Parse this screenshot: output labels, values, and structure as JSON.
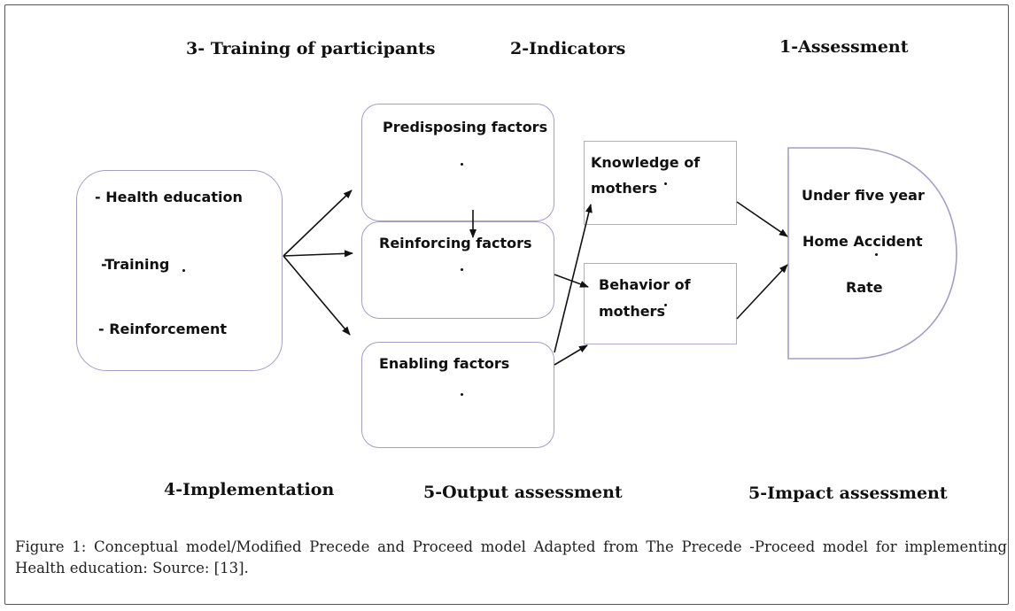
{
  "headings": {
    "training": "3- Training  of participants",
    "indicators": "2-Indicators",
    "assessment": "1-Assessment",
    "implementation": "4-Implementation",
    "output": "5-Output assessment",
    "impact": "5-Impact assessment"
  },
  "intervention": {
    "health_education": "- Health education",
    "training": "-Training",
    "reinforcement": "- Reinforcement"
  },
  "factors": {
    "predisposing": "Predisposing factors",
    "reinforcing": "Reinforcing factors",
    "enabling": "Enabling factors"
  },
  "outputs": {
    "knowledge_line1": "Knowledge of",
    "knowledge_line2": "mothers",
    "behavior_line1": "Behavior of",
    "behavior_line2": "mothers"
  },
  "impact": {
    "line1": "Under five year",
    "line2": "Home Accident",
    "line3": "Rate"
  },
  "caption": {
    "prefix": "Figure 1:",
    "text": " Conceptual model/Modified Precede and Proceed model Adapted from The Precede -Proceed model for implementing Health education: Source: [13]."
  },
  "colors": {
    "box_border": "#a79bc9",
    "text": "#111111"
  }
}
